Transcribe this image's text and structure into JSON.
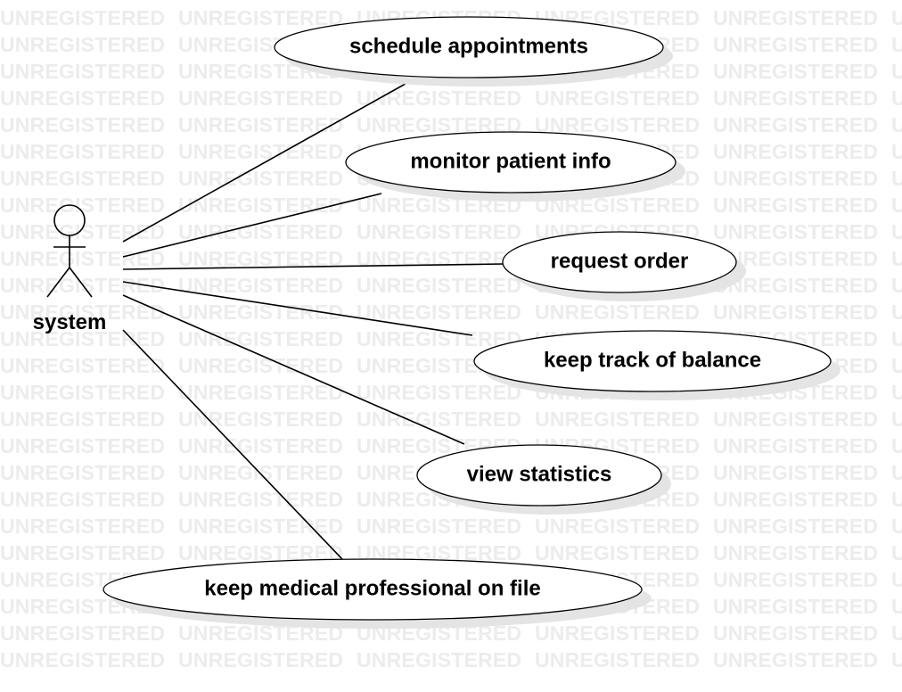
{
  "watermark": "UNREGISTERED",
  "actor": {
    "name": "system"
  },
  "use_cases": [
    {
      "id": "uc1",
      "label": "schedule appointments"
    },
    {
      "id": "uc2",
      "label": "monitor patient info"
    },
    {
      "id": "uc3",
      "label": "request order"
    },
    {
      "id": "uc4",
      "label": "keep track of balance"
    },
    {
      "id": "uc5",
      "label": "view statistics"
    },
    {
      "id": "uc6",
      "label": "keep medical professional on file"
    }
  ]
}
